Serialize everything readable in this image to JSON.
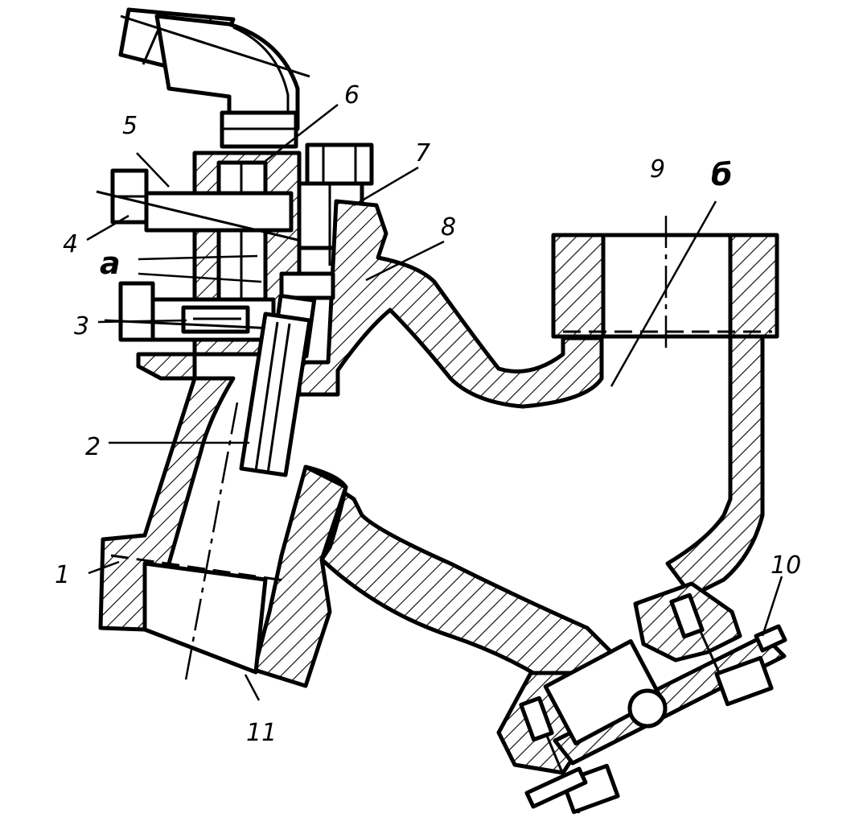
{
  "labels": {
    "l1": "1",
    "l2": "2",
    "l3": "3",
    "l4": "4",
    "l5": "5",
    "l6": "6",
    "l7": "7",
    "l8": "8",
    "l9": "9",
    "l10": "10",
    "l11": "11",
    "la": "a",
    "lb": "б"
  }
}
